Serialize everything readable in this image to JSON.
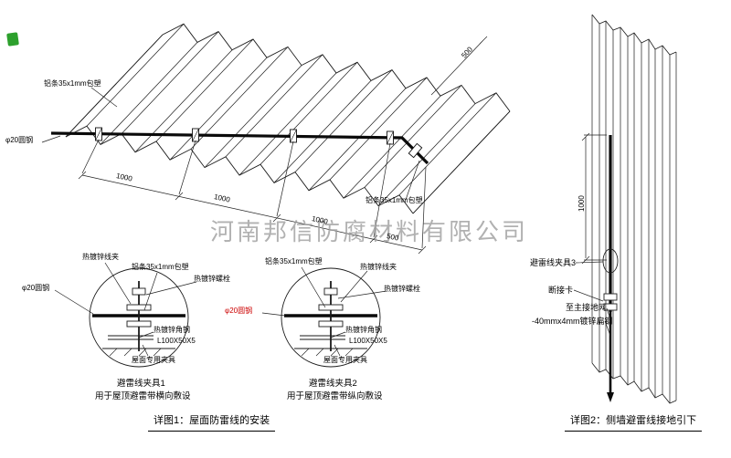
{
  "watermark": "河南邦信防腐材料有限公司",
  "colors": {
    "line": "#000000",
    "red_label": "#cc0000",
    "watermark": "#9e9e9e",
    "logo_green": "#2da02d"
  },
  "figure1": {
    "caption": "详图1：屋面防雷线的安装",
    "roof": {
      "label_strip_top": "铝条35x1mm包塑",
      "label_rod": "φ20圆钢",
      "label_strip_right": "铝条35x1mm包塑",
      "dims": [
        "1000",
        "1000",
        "1000",
        "500"
      ],
      "dim_right": "500"
    },
    "detail1": {
      "title": "避雷线夹具1",
      "subtitle": "用于屋顶避雷带横向敷设",
      "labels": {
        "clamp": "热镀锌线夹",
        "strip": "铝条35x1mm包塑",
        "bolt": "热镀锌螺栓",
        "rod": "φ20圆钢",
        "angle": "热镀锌角钢",
        "angle_spec": "L100X50X5",
        "fixture": "屋面专用夹具"
      }
    },
    "detail2": {
      "title": "避雷线夹具2",
      "subtitle": "用于屋顶避雷带纵向敷设",
      "labels": {
        "strip": "铝条35x1mm包塑",
        "clamp": "热镀锌线夹",
        "bolt": "热镀锌螺栓",
        "rod": "φ20圆钢",
        "angle": "热镀锌角钢",
        "angle_spec": "L100X50X5",
        "fixture": "屋面专用夹具"
      }
    }
  },
  "figure2": {
    "caption": "详图2：侧墙避雷线接地引下",
    "labels": {
      "clamp3": "避雷线夹具3",
      "disconnect": "断接卡",
      "to_ground": "至主接地网",
      "flat_steel": "-40mmx4mm镀锌扁钢",
      "dim": "1000"
    }
  }
}
